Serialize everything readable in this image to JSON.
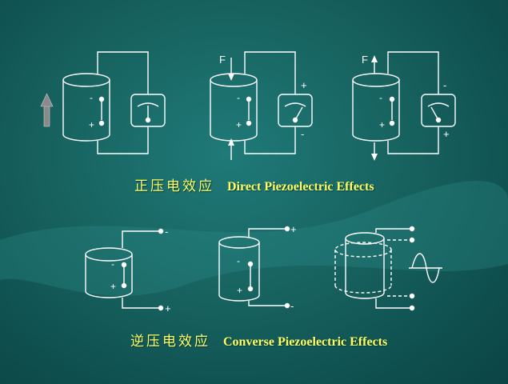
{
  "captions": {
    "direct_cn": "正压电效应",
    "direct_en": "Direct Piezoelectric Effects",
    "converse_cn": "逆压电效应",
    "converse_en": "Converse Piezoelectric Effects"
  },
  "labels": {
    "force": "F",
    "plus": "+",
    "minus": "-"
  },
  "colors": {
    "background": "#17625f",
    "line": "#ffffff",
    "caption": "#ffff66"
  }
}
